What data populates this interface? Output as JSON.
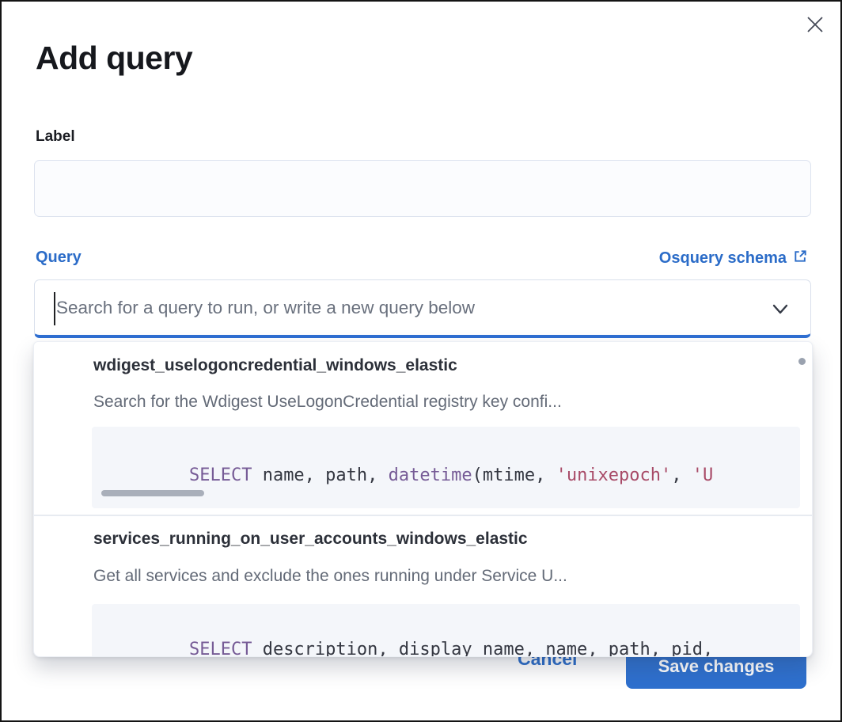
{
  "modal": {
    "title": "Add query"
  },
  "label_field": {
    "label": "Label",
    "value": "",
    "placeholder": ""
  },
  "query_field": {
    "label": "Query",
    "schema_link_label": "Osquery schema",
    "placeholder": "Search for a query to run, or write a new query below",
    "value": ""
  },
  "dropdown": {
    "options": [
      {
        "name": "wdigest_uselogoncredential_windows_elastic",
        "description": "Search for the Wdigest UseLogonCredential registry key confi...",
        "code": {
          "kw1": "SELECT",
          "plain1": " name, path, ",
          "kw2": "datetime",
          "plain2": "(mtime, ",
          "str1": "'unixepoch'",
          "plain3": ", ",
          "str2": "'U"
        }
      },
      {
        "name": "services_running_on_user_accounts_windows_elastic",
        "description": "Get all services and exclude the ones running under Service U...",
        "code": {
          "kw1": "SELECT",
          "plain1": " description, display_name, name, path, pid,"
        }
      }
    ]
  },
  "footer": {
    "cancel_label": "Cancel",
    "save_label": "Save changes"
  },
  "icons": {
    "close": "close-icon",
    "external_link": "external-link-icon",
    "chevron_down": "chevron-down-icon"
  },
  "colors": {
    "link_blue": "#2b6cc8",
    "button_blue": "#2e70ce",
    "focus_underline_blue": "#2f6fd2",
    "code_keyword_purple": "#765b96",
    "code_string_red": "#a84a67",
    "text_dark": "#343741",
    "text_subdued": "#636a77",
    "code_background": "#f4f6fa"
  }
}
